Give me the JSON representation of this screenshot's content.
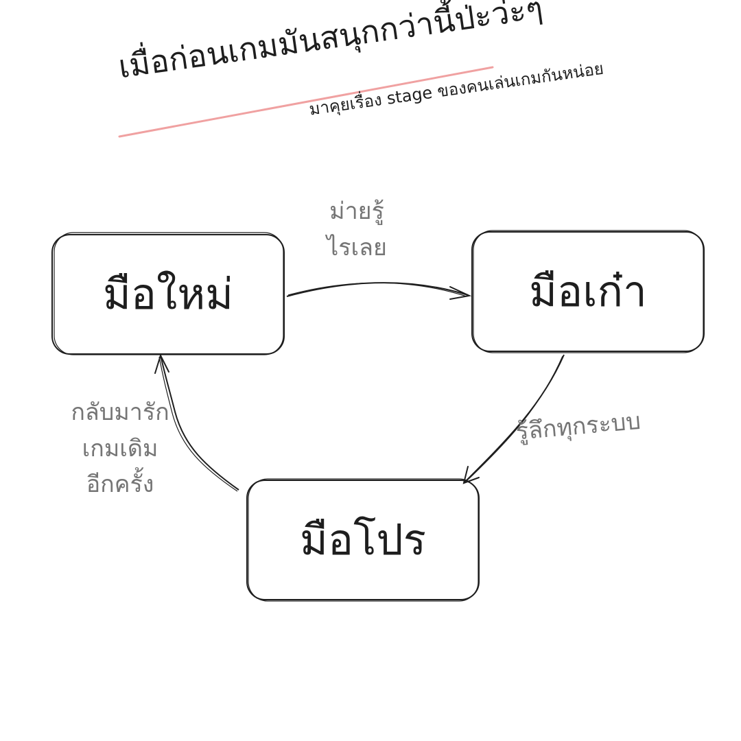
{
  "title": "เมื่อก่อนเกมมันสนุกกว่านี้ป่ะว่ะๆ",
  "subtitle": "มาคุยเรื่อง stage ของคนเล่นเกมกันหน่อย",
  "nodes": {
    "beginner": "มือใหม่",
    "veteran": "มือเก๋า",
    "pro": "มือโปร"
  },
  "edges": {
    "beginner_to_veteran": [
      "ม่ายรู้",
      "ไรเลย"
    ],
    "veteran_to_pro": [
      "รู้ลึกทุกระบบ"
    ],
    "pro_to_beginner": [
      "กลับมารัก",
      "เกมเดิม",
      "อีกครั้ง"
    ]
  },
  "colors": {
    "stroke": "#1e1e1e",
    "edge_label": "#757575",
    "title_underline": "#f0a1a1"
  }
}
